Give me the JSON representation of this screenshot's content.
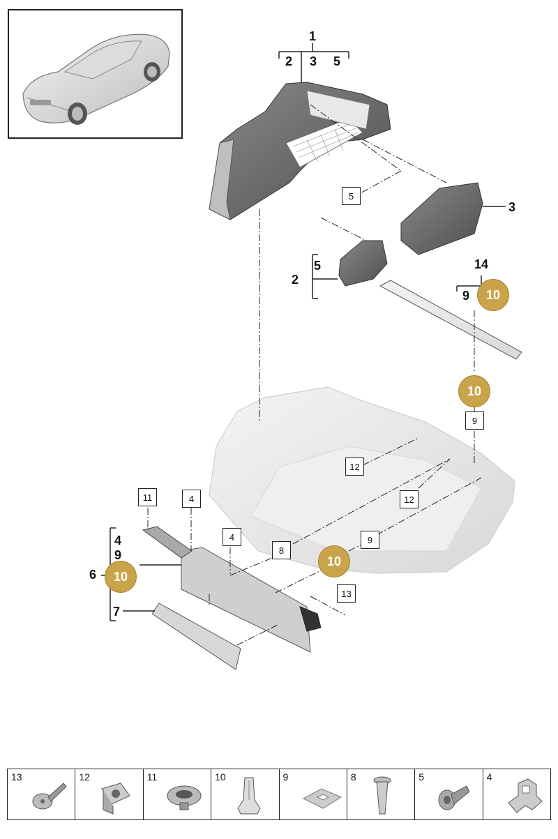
{
  "assembly_labels": {
    "top_1": "1",
    "top_2": "2",
    "top_3": "3",
    "top_5": "5",
    "side_3": "3",
    "mid_5": "5",
    "mid_2": "2",
    "r_14": "14",
    "r_9": "9",
    "l_4": "4",
    "l_9": "9",
    "l_6": "6",
    "l_7": "7"
  },
  "box_labels": {
    "b5": "5",
    "b9_right": "9",
    "b12_a": "12",
    "b12_b": "12",
    "b9_low": "9",
    "b11": "11",
    "b4_a": "4",
    "b4_b": "4",
    "b8": "8",
    "b13": "13"
  },
  "badges": {
    "badge_a": "10",
    "badge_b": "10",
    "badge_c": "10",
    "badge_d": "10"
  },
  "legend": [
    {
      "num": "13",
      "icon": "screw-icon"
    },
    {
      "num": "12",
      "icon": "clip-nut-icon"
    },
    {
      "num": "11",
      "icon": "grommet-icon"
    },
    {
      "num": "10",
      "icon": "spring-clip-icon"
    },
    {
      "num": "9",
      "icon": "pad-icon"
    },
    {
      "num": "8",
      "icon": "rivet-icon"
    },
    {
      "num": "5",
      "icon": "bolt-icon"
    },
    {
      "num": "4",
      "icon": "bracket-clip-icon"
    }
  ],
  "colors": {
    "badge_fill": "#c9a44a",
    "part_dark": "#6e6e6e",
    "part_light": "#e6e6e6"
  }
}
